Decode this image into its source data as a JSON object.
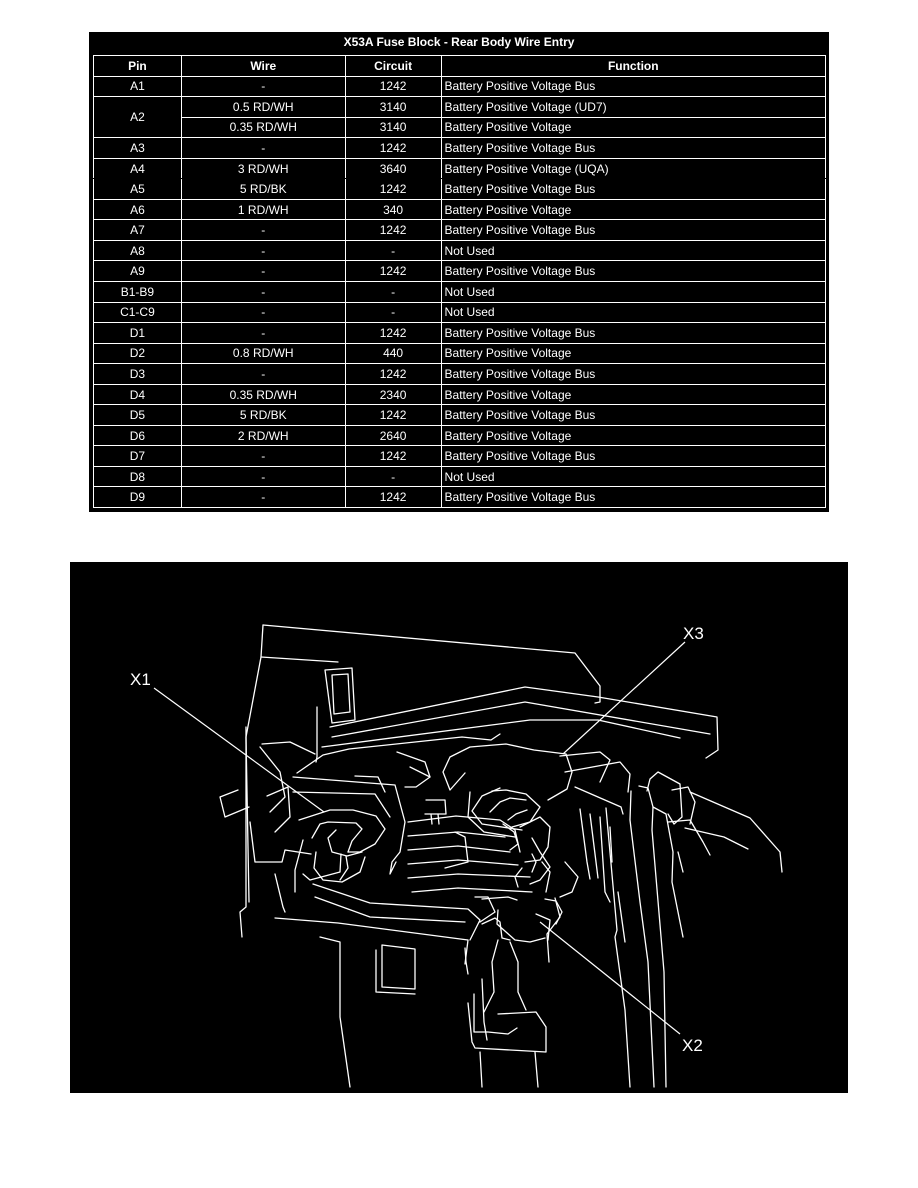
{
  "table": {
    "title": "X53A Fuse Block - Rear Body Wire Entry",
    "headers": [
      "Pin",
      "Wire",
      "Circuit",
      "Function"
    ],
    "rows": [
      {
        "pin": "A1",
        "wire": "-",
        "circuit": "1242",
        "function": "Battery Positive Voltage Bus"
      },
      {
        "pin": "A2",
        "wire": "0.5 RD/WH",
        "circuit": "3140",
        "function": "Battery Positive Voltage (UD7)"
      },
      {
        "pin": "",
        "wire": "0.35 RD/WH",
        "circuit": "3140",
        "function": "Battery Positive Voltage"
      },
      {
        "pin": "A3",
        "wire": "-",
        "circuit": "1242",
        "function": "Battery Positive Voltage Bus"
      },
      {
        "pin": "A4",
        "wire": "3 RD/WH",
        "circuit": "3640",
        "function": "Battery Positive Voltage (UQA)"
      },
      {
        "pin": "A5",
        "wire": "5 RD/BK",
        "circuit": "1242",
        "function": "Battery Positive Voltage Bus"
      },
      {
        "pin": "A6",
        "wire": "1 RD/WH",
        "circuit": "340",
        "function": "Battery Positive Voltage"
      },
      {
        "pin": "A7",
        "wire": "-",
        "circuit": "1242",
        "function": "Battery Positive Voltage Bus"
      },
      {
        "pin": "A8",
        "wire": "-",
        "circuit": "-",
        "function": "Not Used"
      },
      {
        "pin": "A9",
        "wire": "-",
        "circuit": "1242",
        "function": "Battery Positive Voltage Bus"
      },
      {
        "pin": "B1-B9",
        "wire": "-",
        "circuit": "-",
        "function": "Not Used"
      },
      {
        "pin": "C1-C9",
        "wire": "-",
        "circuit": "-",
        "function": "Not Used"
      },
      {
        "pin": "D1",
        "wire": "-",
        "circuit": "1242",
        "function": "Battery Positive Voltage Bus"
      },
      {
        "pin": "D2",
        "wire": "0.8 RD/WH",
        "circuit": "440",
        "function": "Battery Positive Voltage"
      },
      {
        "pin": "D3",
        "wire": "-",
        "circuit": "1242",
        "function": "Battery Positive Voltage Bus"
      },
      {
        "pin": "D4",
        "wire": "0.35 RD/WH",
        "circuit": "2340",
        "function": "Battery Positive Voltage"
      },
      {
        "pin": "D5",
        "wire": "5 RD/BK",
        "circuit": "1242",
        "function": "Battery Positive Voltage Bus"
      },
      {
        "pin": "D6",
        "wire": "2 RD/WH",
        "circuit": "2640",
        "function": "Battery Positive Voltage"
      },
      {
        "pin": "D7",
        "wire": "-",
        "circuit": "1242",
        "function": "Battery Positive Voltage Bus"
      },
      {
        "pin": "D8",
        "wire": "-",
        "circuit": "-",
        "function": "Not Used"
      },
      {
        "pin": "D9",
        "wire": "-",
        "circuit": "1242",
        "function": "Battery Positive Voltage Bus"
      }
    ]
  },
  "figure": {
    "callouts": [
      "X1",
      "X2",
      "X3"
    ]
  }
}
